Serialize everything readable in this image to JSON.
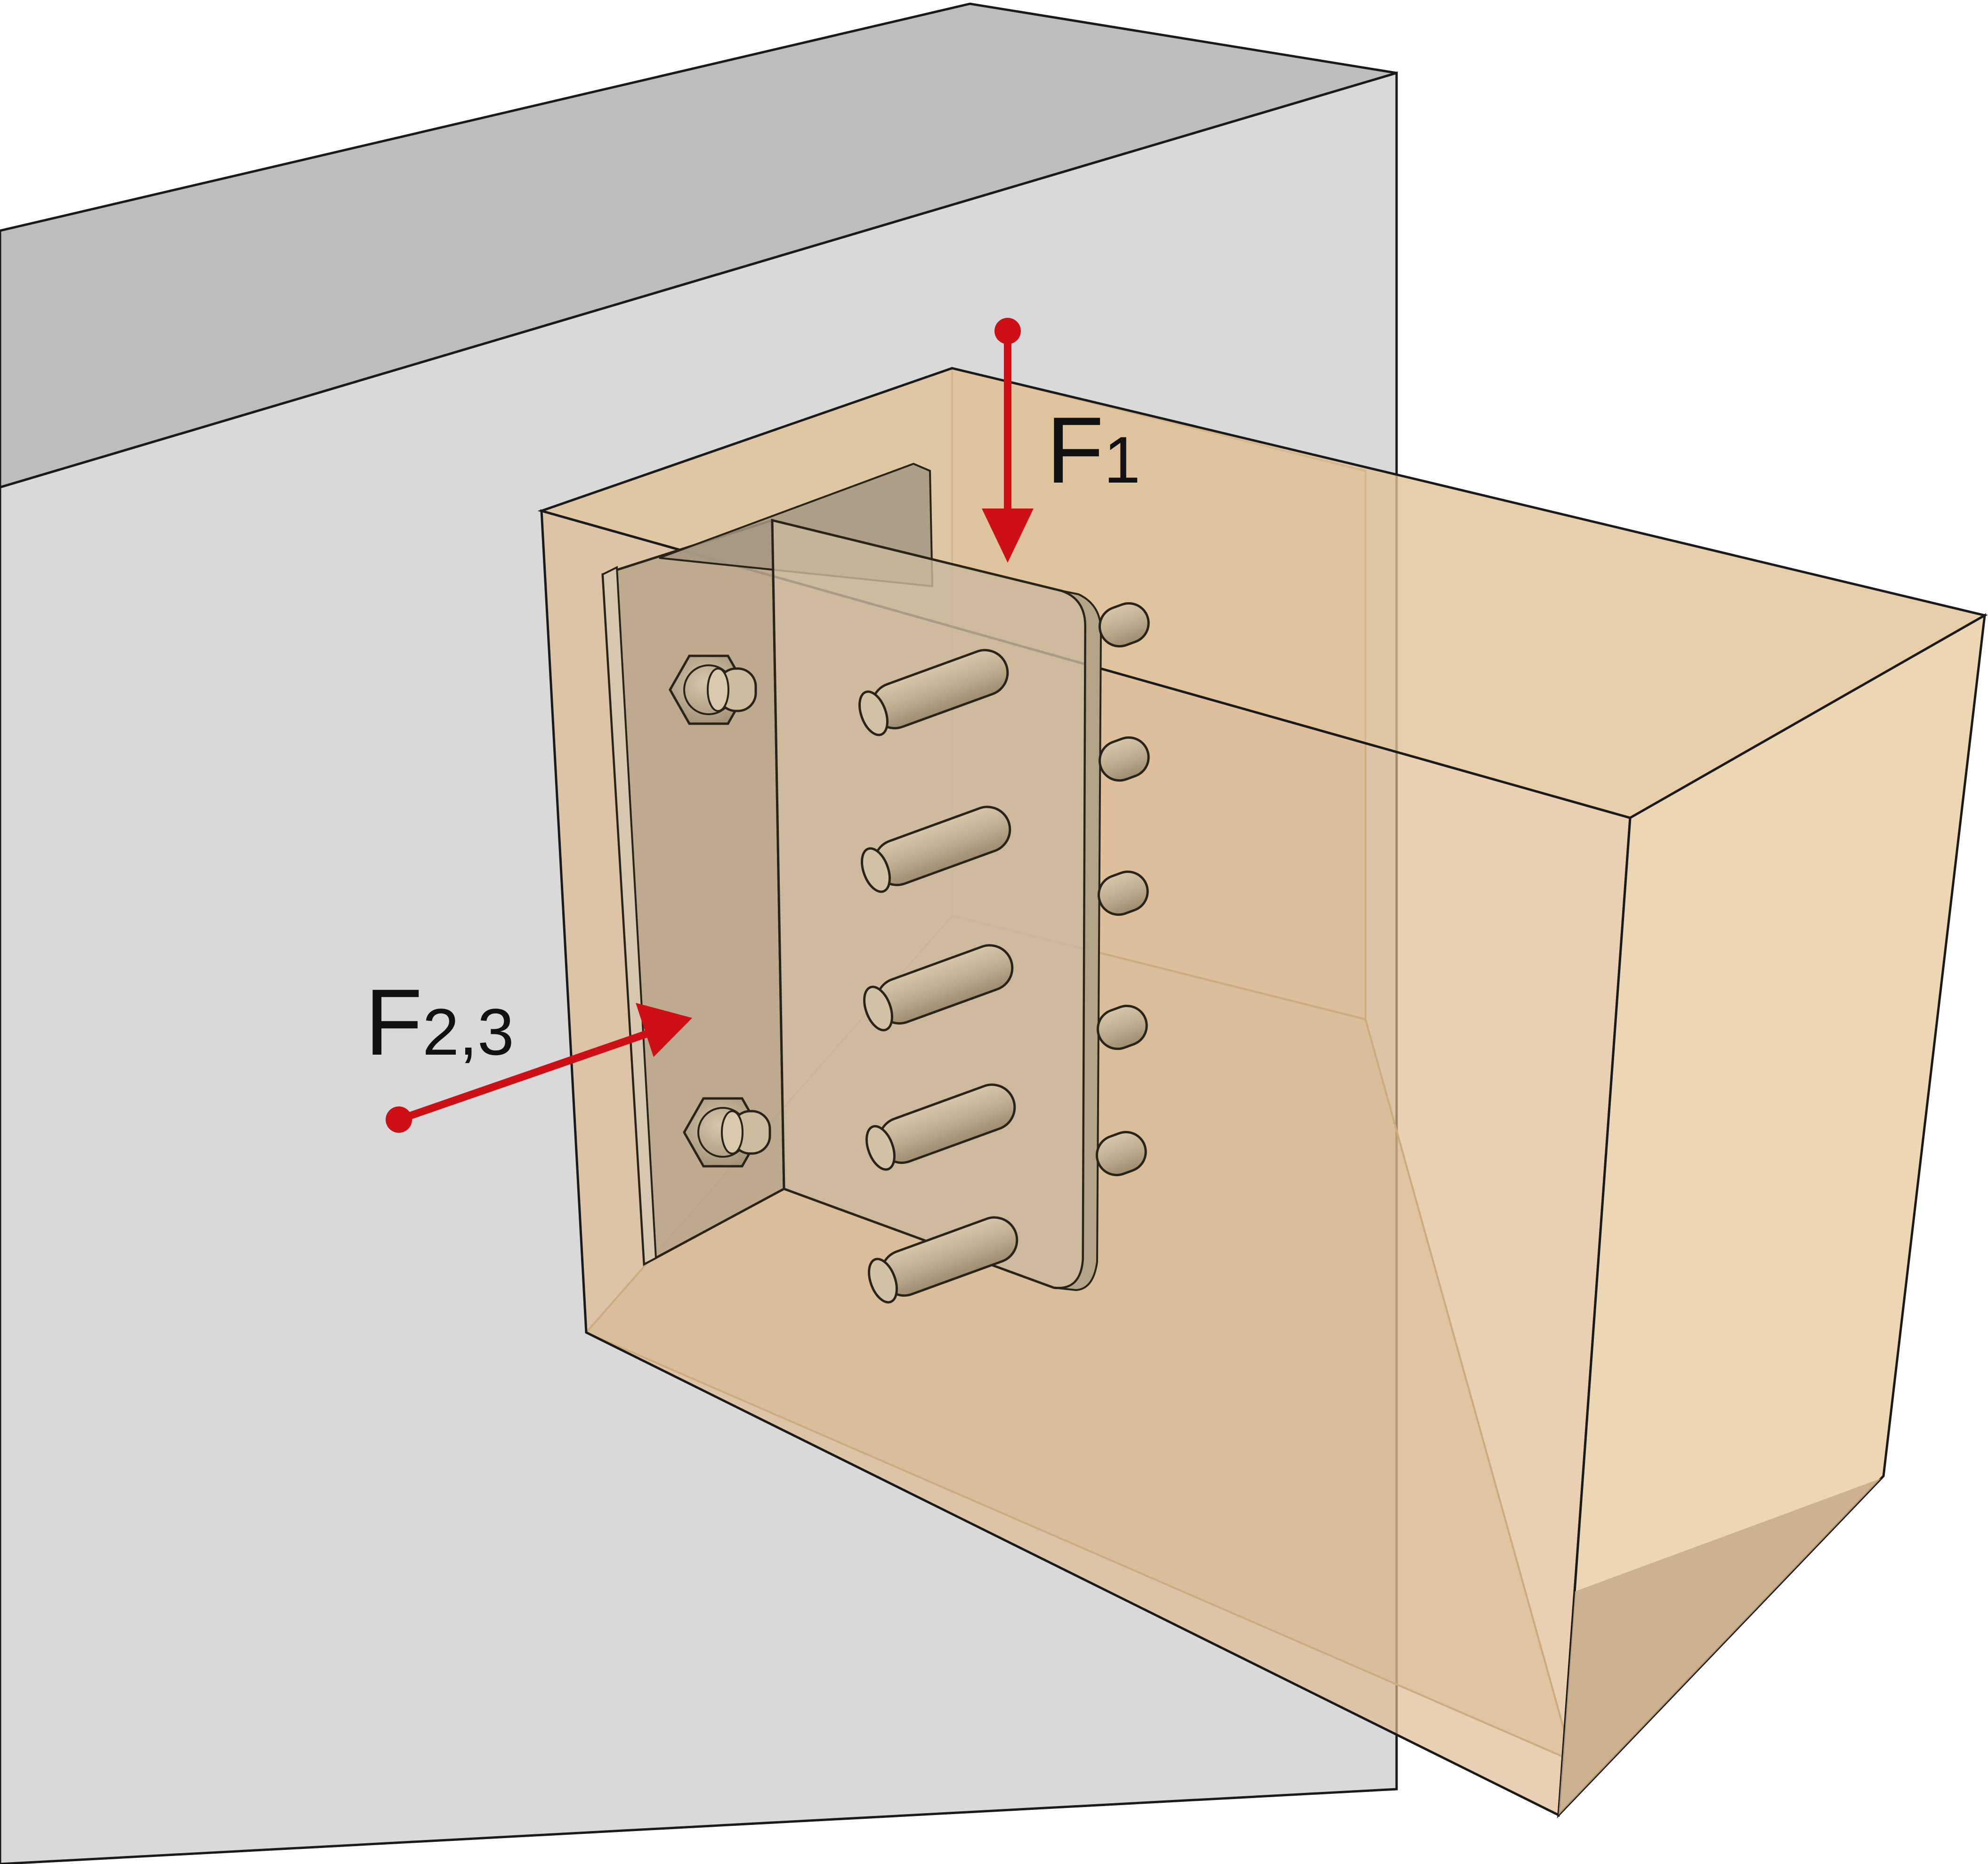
{
  "labels": {
    "f1_main": "F",
    "f1_sub": "1",
    "f23_main": "F",
    "f23_sub": "2,3"
  },
  "colors": {
    "force_arrow": "#cc1016",
    "main_beam": "#d9d9d9",
    "main_beam_top": "#bdbdbd",
    "secondary_beam": "#deb98d",
    "steel_plate": "#b8a68c",
    "outline": "#1a1a1a"
  },
  "icons": [
    "bolt-nut-icon",
    "dowel-icon",
    "force-arrow-icon"
  ]
}
